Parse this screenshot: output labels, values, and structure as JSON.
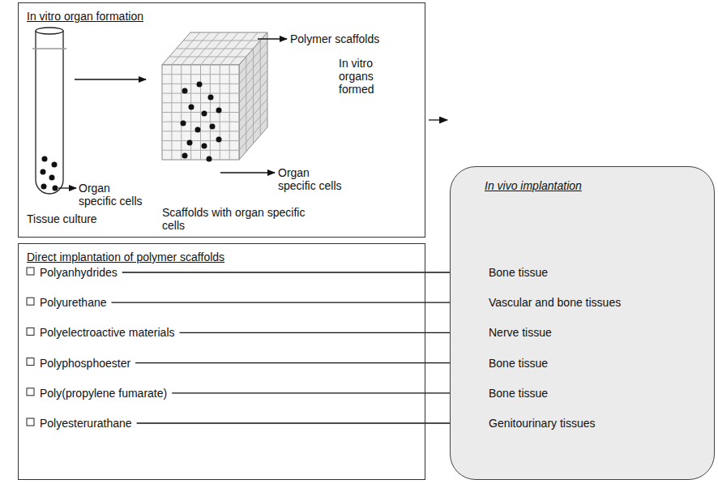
{
  "diagram": {
    "nodes": [
      {
        "text": [
          "In vitro organ formation"
        ]
      },
      {
        "text": [
          "Direct implantation of polymer scaffolds"
        ]
      },
      {
        "text": [
          "Polyanhydrides"
        ],
        "in": 1
      },
      {
        "text": [
          "Polyurethane"
        ],
        "in": 1
      },
      {
        "text": [
          "Polyelectroactive materials"
        ],
        "in": 1
      },
      {
        "text": [
          "Polyphosphoester"
        ],
        "in": 1
      },
      {
        "text": [
          "Poly(propylene fumarate)"
        ],
        "in": 1
      },
      {
        "text": [
          "Polyesterurathane"
        ],
        "in": 1
      },
      {
        "text": [
          "In vivo implantation"
        ]
      },
      {
        "text": [
          "Bone tissue"
        ],
        "in": 8
      },
      {
        "text": [
          "Vascular and bone tissues"
        ],
        "in": 8
      },
      {
        "text": [
          "Nerve tissue"
        ],
        "in": 8
      },
      {
        "text": [
          "Bone tissue"
        ],
        "in": 8
      },
      {
        "text": [
          "Bone tissue"
        ],
        "in": 8
      },
      {
        "text": [
          "Genitourinary tissues"
        ],
        "in": 8
      }
    ],
    "edges": [
      {
        "from": 0,
        "to": 8,
        "arrow": "to"
      },
      {
        "from": 2,
        "to": 9,
        "arrow": "to"
      },
      {
        "from": 3,
        "to": 10,
        "arrow": "to"
      },
      {
        "from": 4,
        "to": 11,
        "arrow": "to"
      },
      {
        "from": 5,
        "to": 12,
        "arrow": "to"
      },
      {
        "from": 6,
        "to": 13,
        "arrow": "to"
      },
      {
        "from": 7,
        "to": 14,
        "arrow": "to"
      }
    ],
    "labels": [
      "Organ specific cells",
      "Tissue culture",
      "Polymer scaffolds",
      "Organ specific cells",
      "Scaffolds with organ specific cells",
      "In vitro organs formed"
    ]
  }
}
